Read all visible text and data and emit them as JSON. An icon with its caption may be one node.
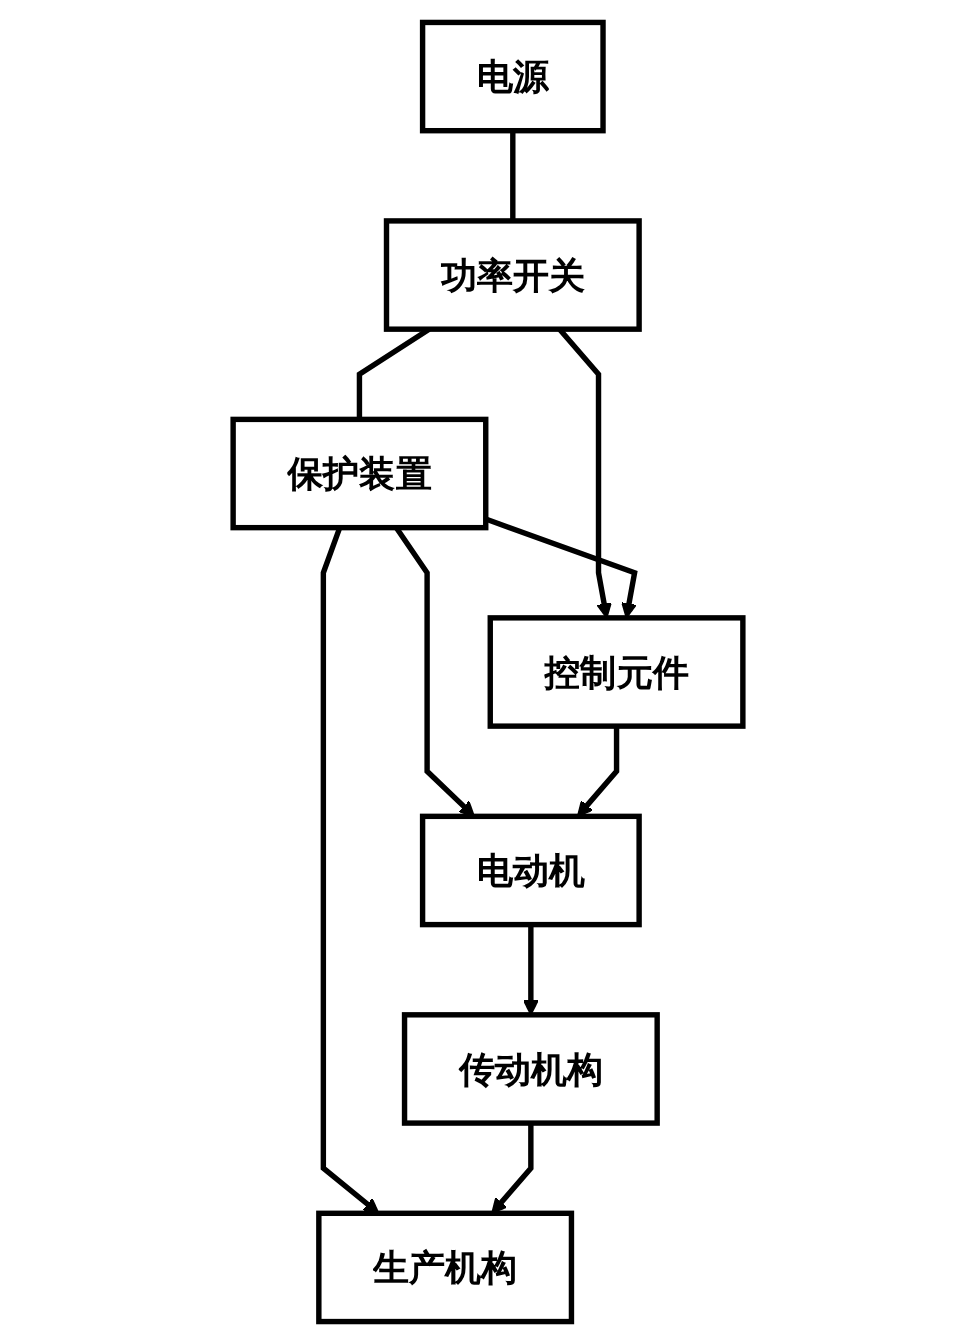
{
  "diagram": {
    "nodes": [
      {
        "text": [
          "电源"
        ]
      },
      {
        "text": [
          "功率开关"
        ]
      },
      {
        "text": [
          "保护装置"
        ]
      },
      {
        "text": [
          "控制元件"
        ]
      },
      {
        "text": [
          "电动机"
        ]
      },
      {
        "text": [
          "传动机构"
        ]
      },
      {
        "text": [
          "生产机构"
        ]
      }
    ],
    "edges": [
      {
        "from": 0,
        "to": 1,
        "arrow": "none"
      },
      {
        "from": 1,
        "to": 2,
        "arrow": "none"
      },
      {
        "from": 1,
        "to": 3,
        "arrow": "to"
      },
      {
        "from": 2,
        "to": 3,
        "arrow": "to"
      },
      {
        "from": 2,
        "to": 4,
        "arrow": "to"
      },
      {
        "from": 2,
        "to": 6,
        "arrow": "to"
      },
      {
        "from": 3,
        "to": 4,
        "arrow": "to"
      },
      {
        "from": 4,
        "to": 5,
        "arrow": "to"
      },
      {
        "from": 5,
        "to": 6,
        "arrow": "to"
      }
    ]
  }
}
